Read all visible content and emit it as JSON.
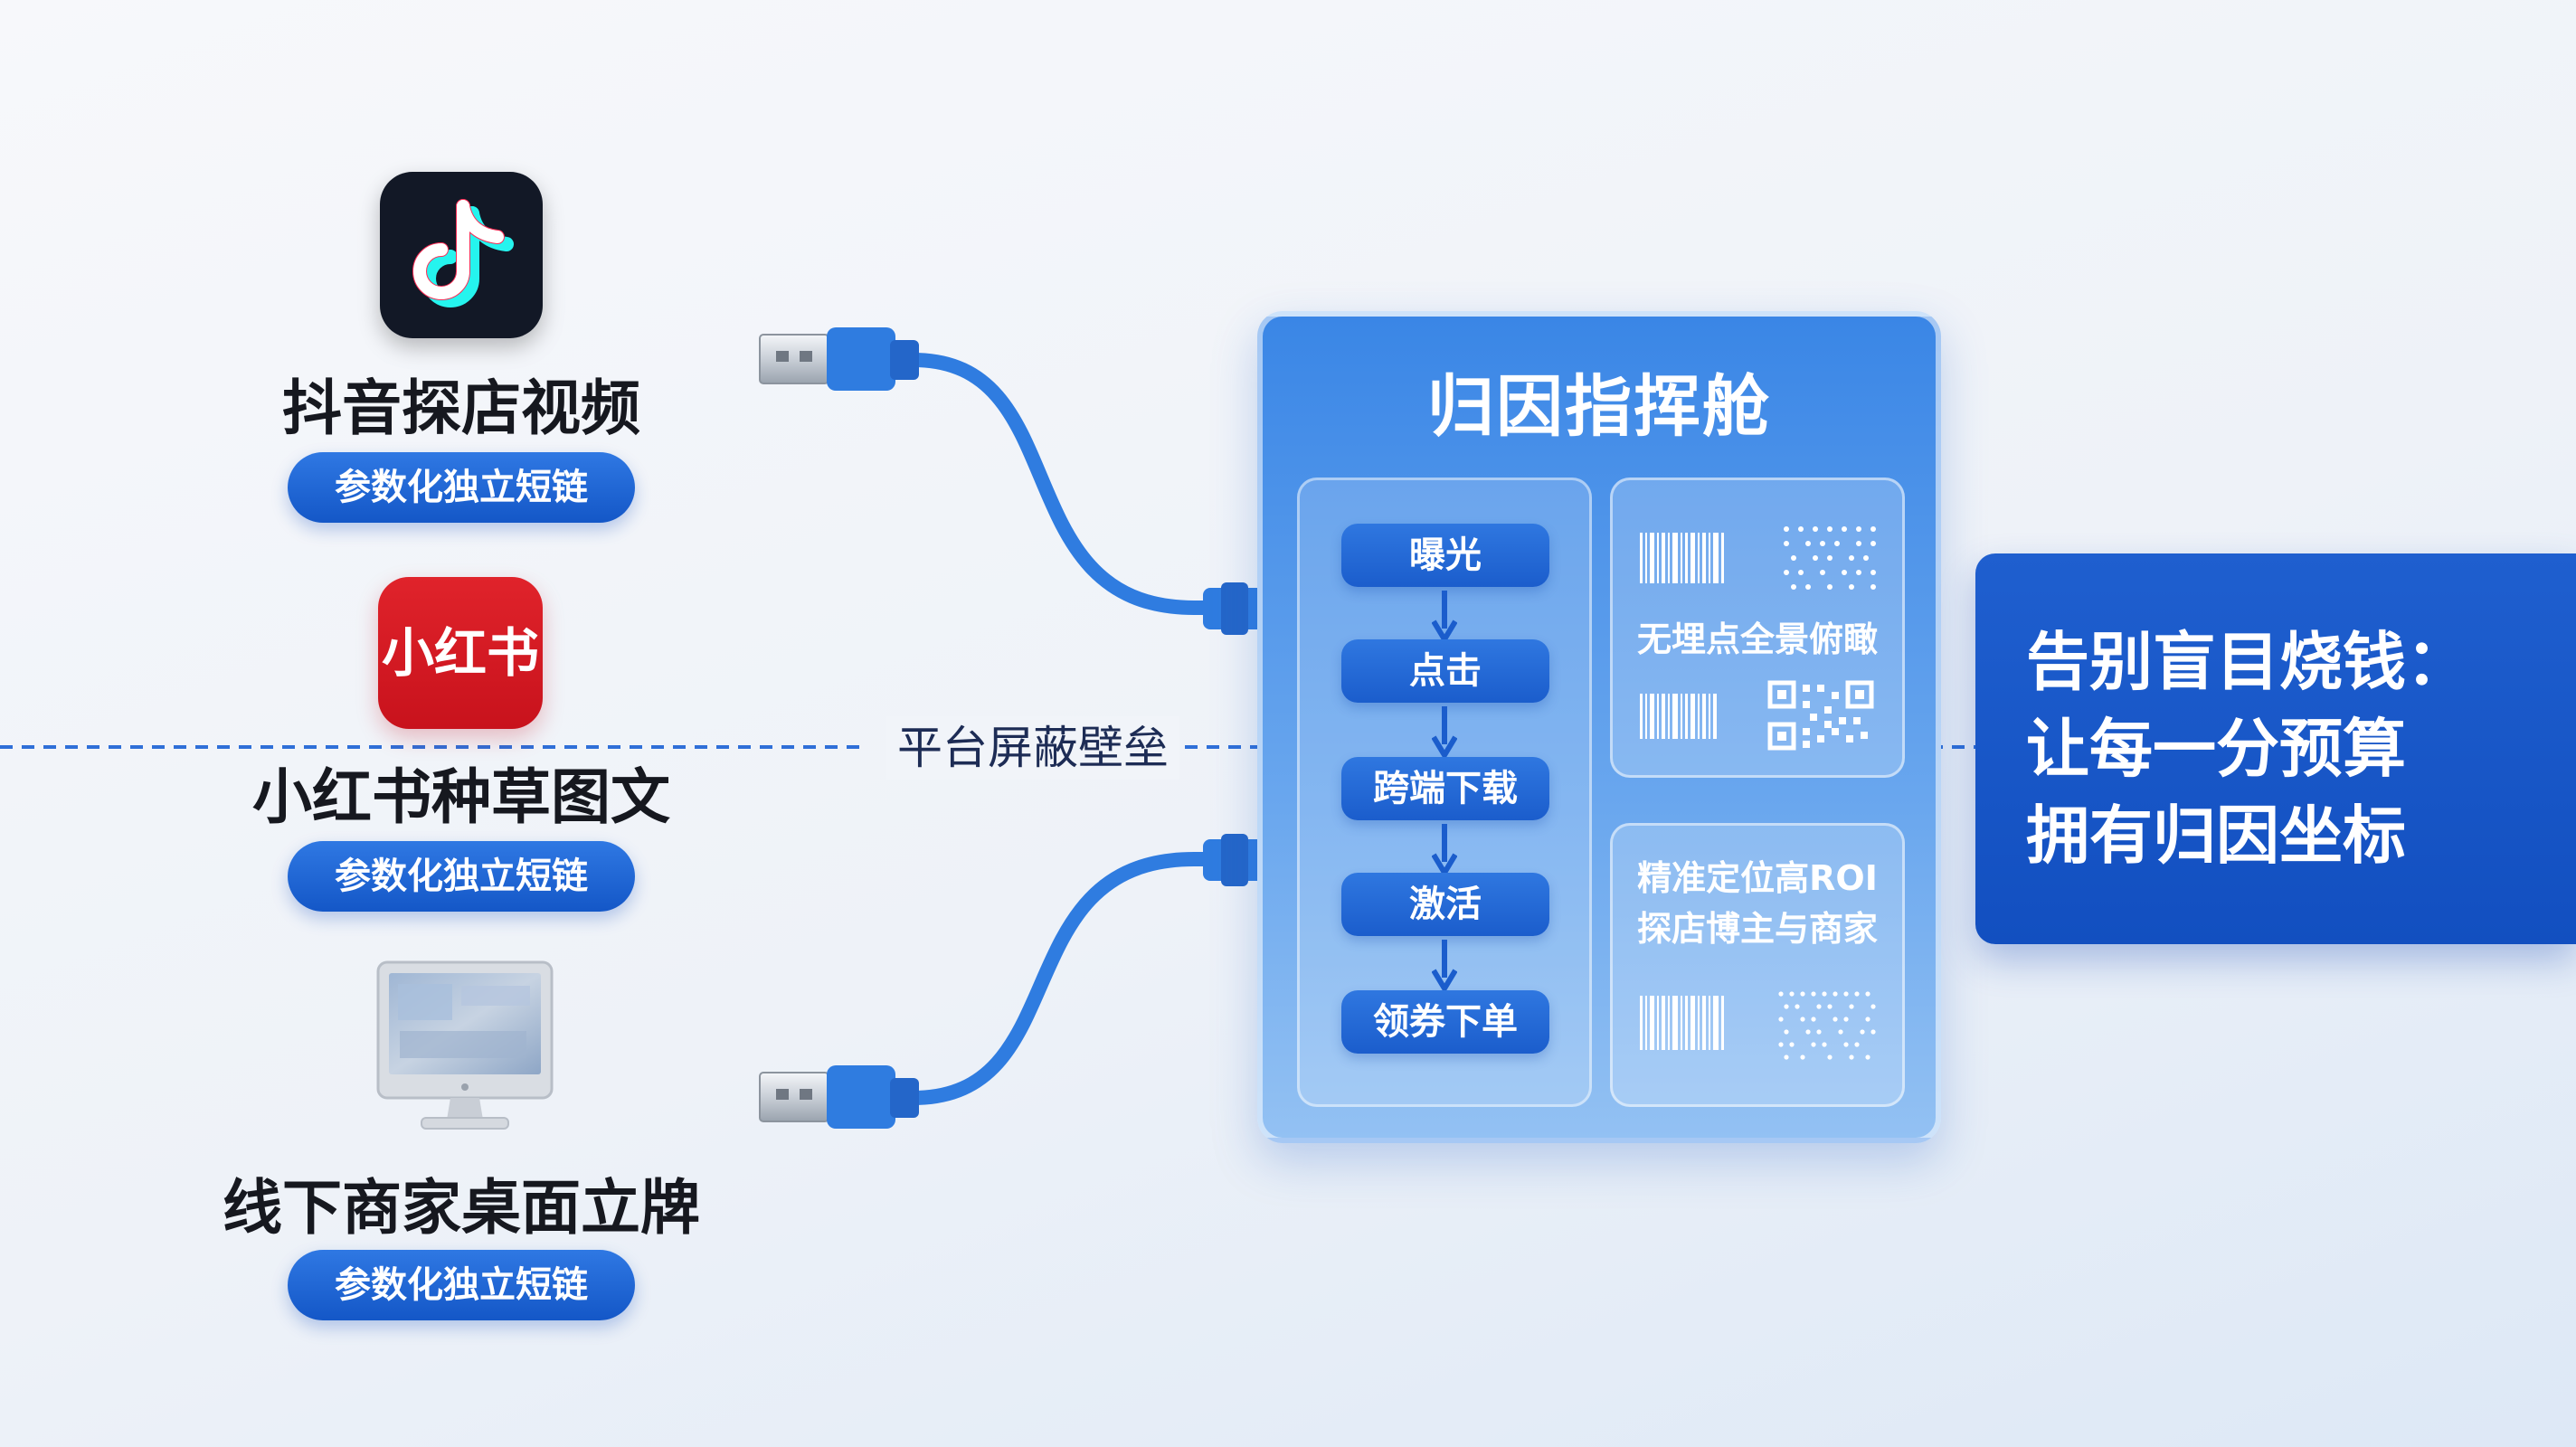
{
  "boundary": {
    "label": "平台屏蔽壁垒"
  },
  "sources": [
    {
      "title": "抖音探店视频",
      "tag": "参数化独立短链",
      "icon": "tiktok-logo-icon"
    },
    {
      "title": "小红书种草图文",
      "tag": "参数化独立短链",
      "icon": "xiaohongshu-logo-icon",
      "logo_text": "小红书"
    },
    {
      "title": "线下商家桌面立牌",
      "tag": "参数化独立短链",
      "icon": "desktop-monitor-icon"
    }
  ],
  "hub": {
    "title": "归因指挥舱",
    "funnel_steps": [
      "曝光",
      "点击",
      "跨端下载",
      "激活",
      "领券下单"
    ],
    "panels": [
      {
        "text_lines": [
          "无埋点全景俯瞰"
        ],
        "icons": [
          "barcode-icon",
          "dot-matrix-icon",
          "barcode-icon",
          "qr-code-icon"
        ]
      },
      {
        "text_lines": [
          "精准定位高ROI",
          "探店博主与商家"
        ],
        "icons": [
          "barcode-icon",
          "dot-matrix-icon"
        ]
      }
    ]
  },
  "slogan": {
    "lines": [
      "告别盲目烧钱：",
      "让每一分预算",
      "拥有归因坐标"
    ]
  },
  "colors": {
    "accent_blue": "#1457c7",
    "cable_blue": "#2f7ce0",
    "xhs_red": "#d81e26",
    "tiktok_dark": "#121826"
  }
}
